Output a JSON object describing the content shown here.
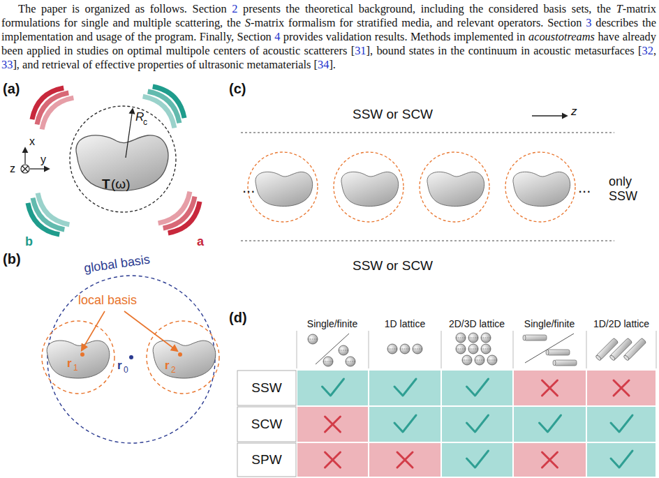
{
  "diagram": {
    "labels": [
      "The paper is organized as follows. Section ",
      "2",
      " presents the theoretical background, including the considered basis sets, the ",
      "T",
      "-matrix formulations for single and multiple scattering, the ",
      "S",
      "-matrix formalism for stratified media, and relevant operators. Section ",
      "3",
      " describes the implementation and usage of the program. Finally, Section ",
      "4",
      " provides validation results. Methods implemented in ",
      "acoustotreams",
      " have already been applied in studies on optimal multipole centers of acoustic scatterers [",
      "31",
      "], bound states in the continuum in acoustic metasurfaces [",
      "32",
      ", ",
      "33",
      "], and retrieval of effective properties of ultrasonic metamaterials [",
      "34",
      "].",
      "(a)",
      "x",
      "y",
      "z",
      "R",
      "c",
      "T",
      "(ω)",
      "b",
      "a",
      "(b)",
      "global basis",
      "local basis",
      "r",
      "1",
      "r",
      "0",
      "r",
      "2",
      "(c)",
      "SSW or SCW",
      "z",
      "...",
      "...",
      "only SSW",
      "SSW or SCW",
      "(d)",
      "Single/finite",
      "1D lattice",
      "2D/3D lattice",
      "Single/finite",
      "1D/2D lattice",
      "SSW",
      "SCW",
      "SPW"
    ]
  }
}
